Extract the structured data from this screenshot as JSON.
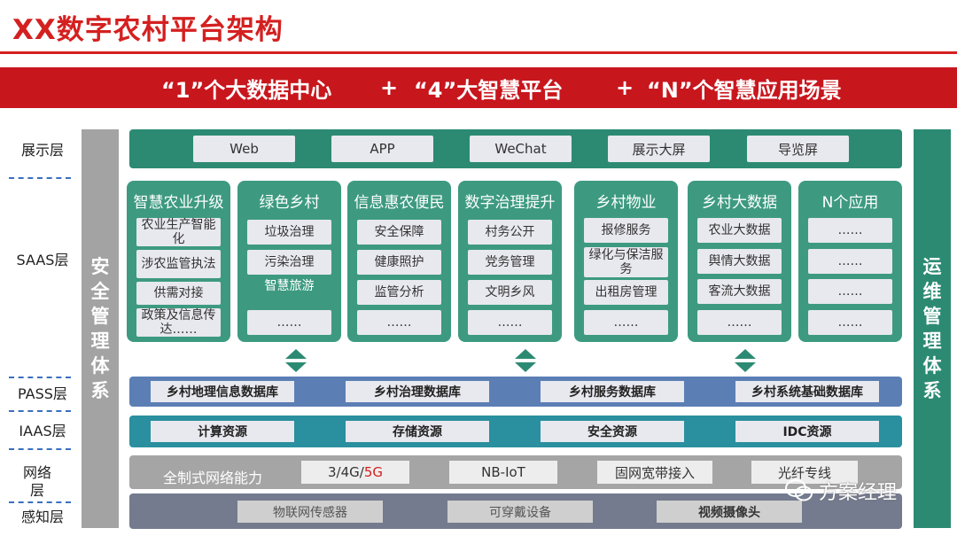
{
  "title": "XX数字农村平台架构",
  "banner": {
    "part1": "“1”个大数据中心",
    "plus1": "+",
    "part2": "“4”大智慧平台",
    "plus2": "+",
    "part3": "“N”个智慧应用场景"
  },
  "layers": {
    "display": "展示层",
    "saas": "SAAS层",
    "pass": "PASS层",
    "iaas": "IAAS层",
    "network": "网络层",
    "perception": "感知层"
  },
  "left_bar": "安全管理体系",
  "right_bar": "运维管理体系",
  "display_items": [
    "Web",
    "APP",
    "WeChat",
    "展示大屏",
    "导览屏"
  ],
  "saas_columns": [
    {
      "title": "智慧农业升级",
      "items": [
        "农业生产智能化",
        "涉农监管执法",
        "供需对接",
        "政策及信息传达……"
      ]
    },
    {
      "title": "绿色乡村",
      "items": [
        "垃圾治理",
        "污染治理",
        "智慧旅游",
        "……"
      ]
    },
    {
      "title": "信息惠农便民",
      "items": [
        "安全保障",
        "健康照护",
        "监管分析",
        "……"
      ]
    },
    {
      "title": "数字治理提升",
      "items": [
        "村务公开",
        "党务管理",
        "文明乡风",
        "……"
      ]
    },
    {
      "title": "乡村物业",
      "items": [
        "报修服务",
        "绿化与保洁服务",
        "出租房管理",
        "……"
      ]
    },
    {
      "title": "乡村大数据",
      "items": [
        "农业大数据",
        "舆情大数据",
        "客流大数据",
        "……"
      ]
    },
    {
      "title": "N个应用",
      "items": [
        "……",
        "……",
        "……",
        "……"
      ]
    }
  ],
  "databases": [
    "乡村地理信息数据库",
    "乡村治理数据库",
    "乡村服务数据库",
    "乡村系统基础数据库"
  ],
  "iaas_items": [
    "计算资源",
    "存储资源",
    "安全资源",
    "IDC资源"
  ],
  "network": {
    "label": "全制式网络能力",
    "items": {
      "mobile_prefix": "3/4G/",
      "mobile_5g": "5G",
      "nbiot": "NB-IoT",
      "broadband": "固网宽带接入",
      "fiber": "光纤专线"
    }
  },
  "sensors": [
    "物联网传感器",
    "可穿戴设备",
    "视频摄像头"
  ],
  "watermark": "方案经理",
  "colors": {
    "red": "#c8161d",
    "green": "#2c8a73",
    "blue": "#5b7fb5",
    "teal": "#2a8f9e",
    "gray": "#a5a5a5"
  }
}
